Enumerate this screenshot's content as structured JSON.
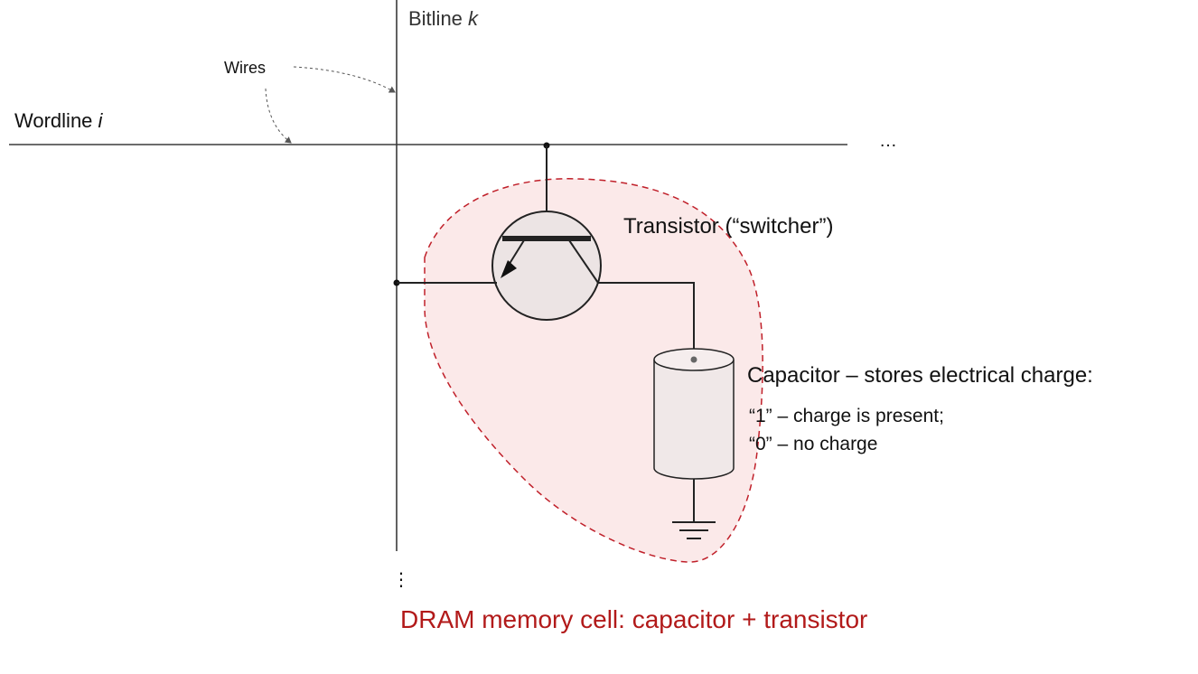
{
  "labels": {
    "bitline_prefix": "Bitline ",
    "bitline_var": "k",
    "wordline_prefix": "Wordline ",
    "wordline_var": "i",
    "wires": "Wires",
    "ellipsis_right": "…",
    "ellipsis_down": "⋮",
    "transistor": "Transistor (“switcher”)",
    "capacitor_title": "Capacitor – stores electrical charge:",
    "capacitor_one": "“1” – charge is present;",
    "capacitor_zero": "“0” – no charge",
    "caption": "DRAM memory cell: capacitor + transistor"
  },
  "colors": {
    "wire": "#3a3a3a",
    "cell_fill": "#fbe9e9",
    "cell_border": "#c0202a",
    "caption": "#b21a1a",
    "component_fill": "#ece4e4",
    "capacitor_fill": "#f0e8e8"
  }
}
